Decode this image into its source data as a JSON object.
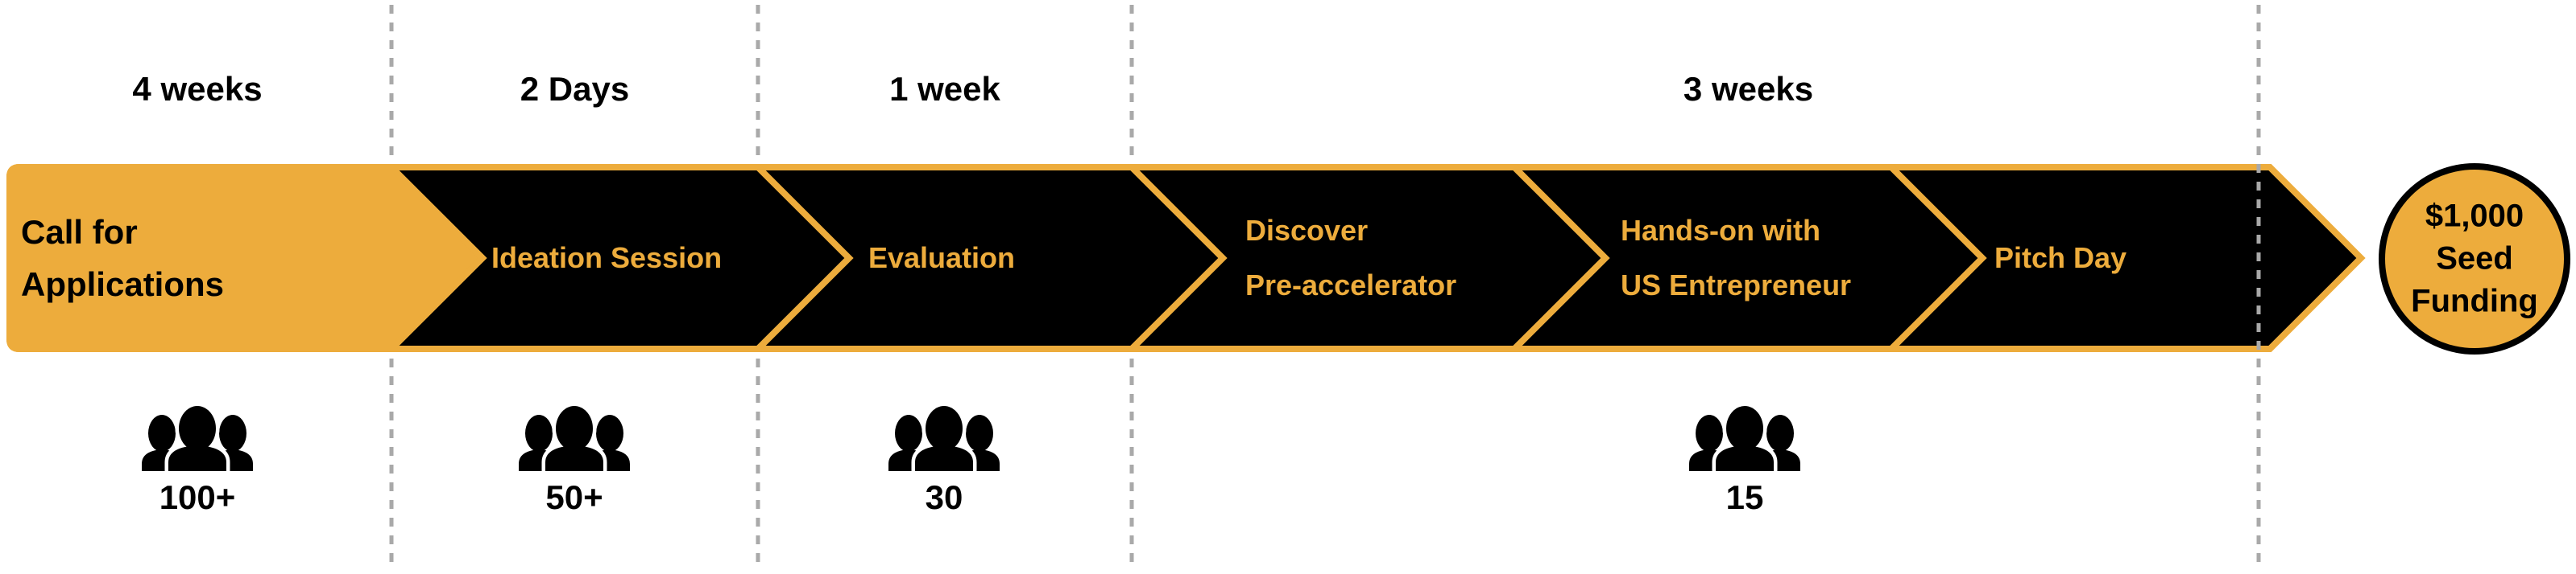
{
  "palette": {
    "amber": "#EDAC3C",
    "black": "#000000",
    "divider_gray": "#A9A9A9",
    "background": "#FFFFFF"
  },
  "durations": [
    "4 weeks",
    "2 Days",
    "1 week",
    "3 weeks"
  ],
  "stages": [
    {
      "name": "Call for Applications",
      "lines": [
        "Call for",
        "Applications"
      ]
    },
    {
      "name": "Ideation Session",
      "lines": [
        "Ideation Session"
      ]
    },
    {
      "name": "Evaluation",
      "lines": [
        "Evaluation"
      ]
    },
    {
      "name": "Discover Pre-accelerator",
      "lines": [
        "Discover",
        "Pre-accelerator"
      ]
    },
    {
      "name": "Hands-on with US Entrepreneur",
      "lines": [
        "Hands-on with",
        "US Entrepreneur"
      ]
    },
    {
      "name": "Pitch Day",
      "lines": [
        "Pitch Day"
      ]
    }
  ],
  "attendee_counts": [
    "100+",
    "50+",
    "30",
    "15"
  ],
  "outcome": {
    "lines": [
      "$1,000",
      "Seed",
      "Funding"
    ]
  },
  "icons": {
    "attendees": "people-group-icon"
  }
}
